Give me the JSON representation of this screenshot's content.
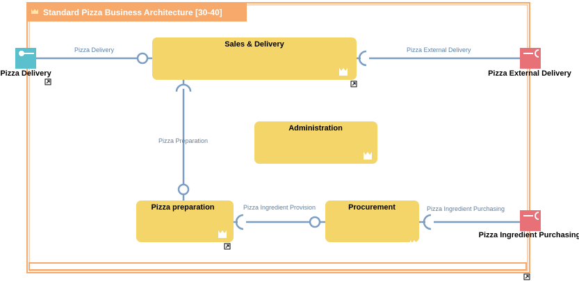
{
  "diagram": {
    "title": "Standard Pizza Business Architecture [30-40]",
    "colors": {
      "frame": "#f7a86b",
      "component_fill": "#f3d56a",
      "interface_provided": "#5bc0cd",
      "interface_required": "#e87178",
      "connector": "#7a9dc4",
      "label": "#5b7fa6"
    },
    "components": {
      "sales": "Sales & Delivery",
      "admin": "Administration",
      "prep": "Pizza preparation",
      "procurement": "Procurement"
    },
    "ports": {
      "pizza_delivery": "Pizza Delivery",
      "pizza_external_delivery": "Pizza External Delivery",
      "pizza_ingredient_purchasing": "Pizza Ingredient Purchasing"
    },
    "connectors": {
      "pizza_delivery": "Pizza Delivery",
      "pizza_external_delivery": "Pizza External Delivery",
      "pizza_preparation": "Pizza Preparation",
      "pizza_ingredient_provision": "Pizza Ingredient Provision",
      "pizza_ingredient_purchasing": "Pizza Ingredient Purchasing"
    }
  }
}
